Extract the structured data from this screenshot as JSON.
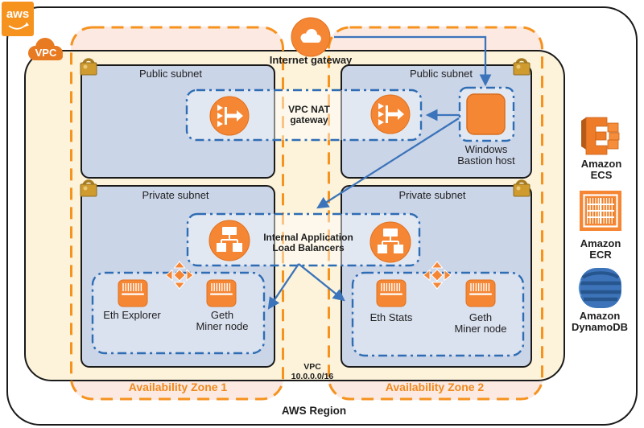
{
  "colors": {
    "aws_orange": "#f58634",
    "az_dash_orange": "#f6921e",
    "blue_dashdot": "#2e6db4",
    "arrow_blue": "#3b74ba",
    "subnet_fill": "#cbd5e8",
    "vpc_fill": "#fcf3da",
    "az_fill": "#fbe9e2",
    "lock_gold": "#cf9b2e",
    "dynamodb_blue": "#3d74b9"
  },
  "header": {
    "aws_logo": "aws",
    "vpc_badge": "VPC"
  },
  "gateway": {
    "internet": "Internet gateway",
    "nat_line1": "VPC NAT",
    "nat_line2": "gateway"
  },
  "subnets": {
    "public": "Public subnet",
    "private": "Private subnet"
  },
  "bastion": {
    "line1": "Windows",
    "line2": "Bastion host"
  },
  "alb": {
    "line1": "Internal Application",
    "line2": "Load Balancers"
  },
  "nodes": {
    "eth_explorer": "Eth Explorer",
    "geth_line1": "Geth",
    "geth_line2": "Miner node",
    "eth_stats": "Eth Stats"
  },
  "vpc_info": {
    "line1": "VPC",
    "line2": "10.0.0.0/16"
  },
  "zones": {
    "az1": "Availability Zone 1",
    "az2": "Availability Zone 2"
  },
  "region": {
    "label": "AWS Region"
  },
  "sidebar": {
    "ecs_line1": "Amazon",
    "ecs_line2": "ECS",
    "ecr_line1": "Amazon",
    "ecr_line2": "ECR",
    "dynamo_line1": "Amazon",
    "dynamo_line2": "DynamoDB"
  },
  "icons": {
    "internet_gateway": "cloud-icon",
    "nat_gateway": "nat-gateway-icon",
    "load_balancer": "load-balancer-icon",
    "bastion_host": "instance-icon",
    "container": "ecs-container-icon",
    "scaling": "four-way-arrows-icon",
    "security": "lock-icon",
    "ecs": "amazon-ecs-icon",
    "ecr": "amazon-ecr-icon",
    "dynamodb": "amazon-dynamodb-icon"
  }
}
